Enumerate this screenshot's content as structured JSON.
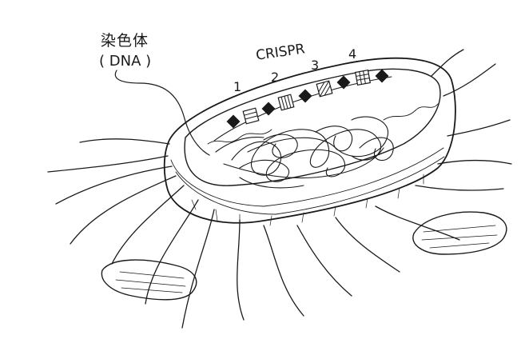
{
  "labels": {
    "chromosome": "染色体",
    "dna": "( DNA )",
    "crispr": "CRISPR",
    "spacer_numbers": [
      "1",
      "2",
      "3",
      "4"
    ]
  },
  "colors": {
    "ink": "#1a1a1a",
    "background": "#ffffff"
  },
  "icons": {
    "bacterium": "bacterium-illustration",
    "repeat": "black-diamond-repeat",
    "spacer": "hatched-square-spacer"
  }
}
